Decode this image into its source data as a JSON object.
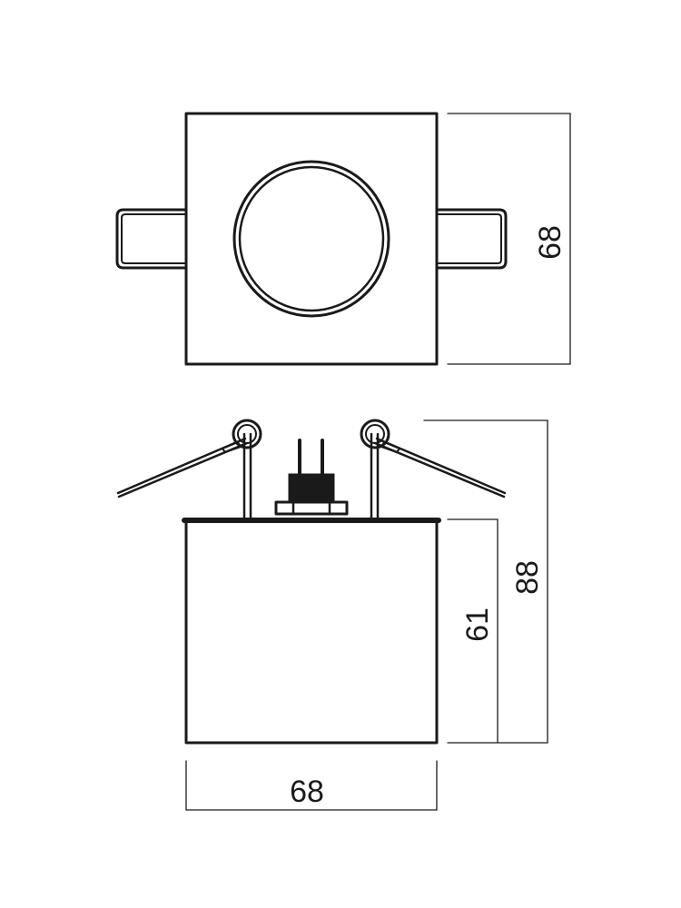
{
  "drawing": {
    "line_color": "#1a1a1a",
    "top_view": {
      "height_label": "68"
    },
    "side_view": {
      "total_height_label": "88",
      "body_height_label": "61",
      "width_label": "68"
    }
  }
}
